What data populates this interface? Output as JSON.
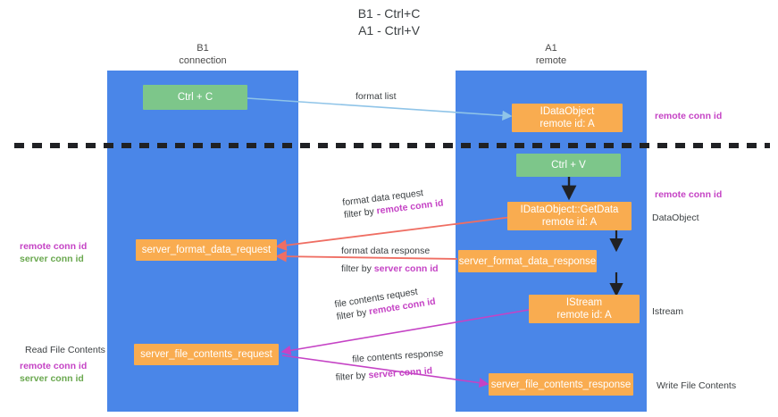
{
  "title": {
    "line1": "B1 - Ctrl+C",
    "line2": "A1 - Ctrl+V"
  },
  "columns": [
    {
      "name": "B1",
      "role": "connection"
    },
    {
      "name": "A1",
      "role": "remote"
    }
  ],
  "nodes": {
    "ctrl_c": {
      "line1": "Ctrl + C",
      "line2": ""
    },
    "idataobject": {
      "line1": "IDataObject",
      "line2": "remote id: A"
    },
    "ctrl_v": {
      "line1": "Ctrl + V",
      "line2": ""
    },
    "idataobject_getdata": {
      "line1": "IDataObject::GetData",
      "line2": "remote id: A"
    },
    "server_format_data_request": {
      "line1": "server_format_data_request",
      "line2": ""
    },
    "server_format_data_response": {
      "line1": "server_format_data_response",
      "line2": ""
    },
    "istream": {
      "line1": "IStream",
      "line2": "remote id: A"
    },
    "server_file_contents_request": {
      "line1": "server_file_contents_request",
      "line2": ""
    },
    "server_file_contents_response": {
      "line1": "server_file_contents_response",
      "line2": ""
    }
  },
  "edge_labels": {
    "format_list": {
      "text": "format list",
      "filter_prefix": "",
      "filter_key": ""
    },
    "format_data_request": {
      "text": "format data request",
      "filter_prefix": "filter by ",
      "filter_key": "remote conn id"
    },
    "format_data_response": {
      "text": "format data response",
      "filter_prefix": "filter by ",
      "filter_key": "server conn id"
    },
    "file_contents_request": {
      "text": "file contents request",
      "filter_prefix": "filter by ",
      "filter_key": "remote conn id"
    },
    "file_contents_response": {
      "text": "file contents response",
      "filter_prefix": "filter by ",
      "filter_key": "server conn id"
    }
  },
  "annotations": {
    "right_remote_conn_id_top": "remote conn id",
    "right_remote_conn_id_mid": "remote conn id",
    "right_dataobject": "DataObject",
    "right_istream": "Istream",
    "right_write_file_contents": "Write File Contents",
    "left_remote_conn_id_mid": "remote conn id",
    "left_server_conn_id_mid": "server conn id",
    "left_read_file_contents": "Read File Contents",
    "left_remote_conn_id_bot": "remote conn id",
    "left_server_conn_id_bot": "server conn id"
  },
  "colors": {
    "lane": "#4a86e8",
    "node_green": "#7dc68a",
    "node_orange": "#f9ac50",
    "remote_conn_id": "#c543c5",
    "server_conn_id": "#6aa84f",
    "arrow_blue": "#8fc4e8",
    "arrow_red": "#ef6e63",
    "arrow_magenta": "#c543c5",
    "arrow_black": "#202124",
    "divider": "#202124",
    "background": "#ffffff"
  }
}
